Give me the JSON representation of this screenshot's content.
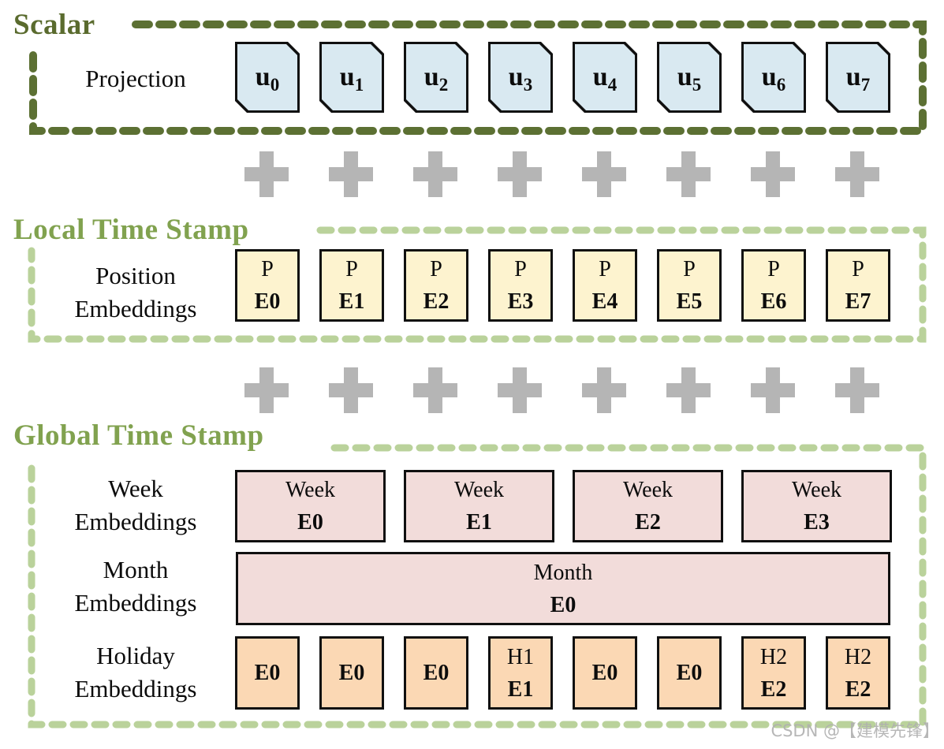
{
  "scalar": {
    "title": "Scalar",
    "row_label": "Projection",
    "boxes": [
      {
        "base": "u",
        "sub": "0"
      },
      {
        "base": "u",
        "sub": "1"
      },
      {
        "base": "u",
        "sub": "2"
      },
      {
        "base": "u",
        "sub": "3"
      },
      {
        "base": "u",
        "sub": "4"
      },
      {
        "base": "u",
        "sub": "5"
      },
      {
        "base": "u",
        "sub": "6"
      },
      {
        "base": "u",
        "sub": "7"
      }
    ]
  },
  "local": {
    "title": "Local Time Stamp",
    "row_label_line1": "Position",
    "row_label_line2": "Embeddings",
    "boxes": [
      {
        "top": "P",
        "bottom": "E0"
      },
      {
        "top": "P",
        "bottom": "E1"
      },
      {
        "top": "P",
        "bottom": "E2"
      },
      {
        "top": "P",
        "bottom": "E3"
      },
      {
        "top": "P",
        "bottom": "E4"
      },
      {
        "top": "P",
        "bottom": "E5"
      },
      {
        "top": "P",
        "bottom": "E6"
      },
      {
        "top": "P",
        "bottom": "E7"
      }
    ]
  },
  "global": {
    "title": "Global Time Stamp",
    "week": {
      "row_label_line1": "Week",
      "row_label_line2": "Embeddings",
      "boxes": [
        {
          "top": "Week",
          "bottom": "E0"
        },
        {
          "top": "Week",
          "bottom": "E1"
        },
        {
          "top": "Week",
          "bottom": "E2"
        },
        {
          "top": "Week",
          "bottom": "E3"
        }
      ]
    },
    "month": {
      "row_label_line1": "Month",
      "row_label_line2": "Embeddings",
      "box": {
        "top": "Month",
        "bottom": "E0"
      }
    },
    "holiday": {
      "row_label_line1": "Holiday",
      "row_label_line2": "Embeddings",
      "boxes": [
        {
          "top": "",
          "bottom": "E0"
        },
        {
          "top": "",
          "bottom": "E0"
        },
        {
          "top": "",
          "bottom": "E0"
        },
        {
          "top": "H1",
          "bottom": "E1"
        },
        {
          "top": "",
          "bottom": "E0"
        },
        {
          "top": "",
          "bottom": "E0"
        },
        {
          "top": "H2",
          "bottom": "E2"
        },
        {
          "top": "H2",
          "bottom": "E2"
        }
      ]
    }
  },
  "watermark": "CSDN @【建模先锋】",
  "icons": {
    "plus": "plus-icon"
  },
  "colors": {
    "scalar_accent": "#5a6b2e",
    "timestamp_accent": "#81a24f",
    "dash_dark": "#5c7033",
    "dash_light": "#bad29b",
    "scalar_box_fill": "#d9e9f1",
    "position_box_fill": "#fdf3cf",
    "week_month_box_fill": "#f2dcda",
    "holiday_box_fill": "#fbd8b4",
    "plus_gray": "#b5b5b5",
    "box_border": "#101010"
  }
}
